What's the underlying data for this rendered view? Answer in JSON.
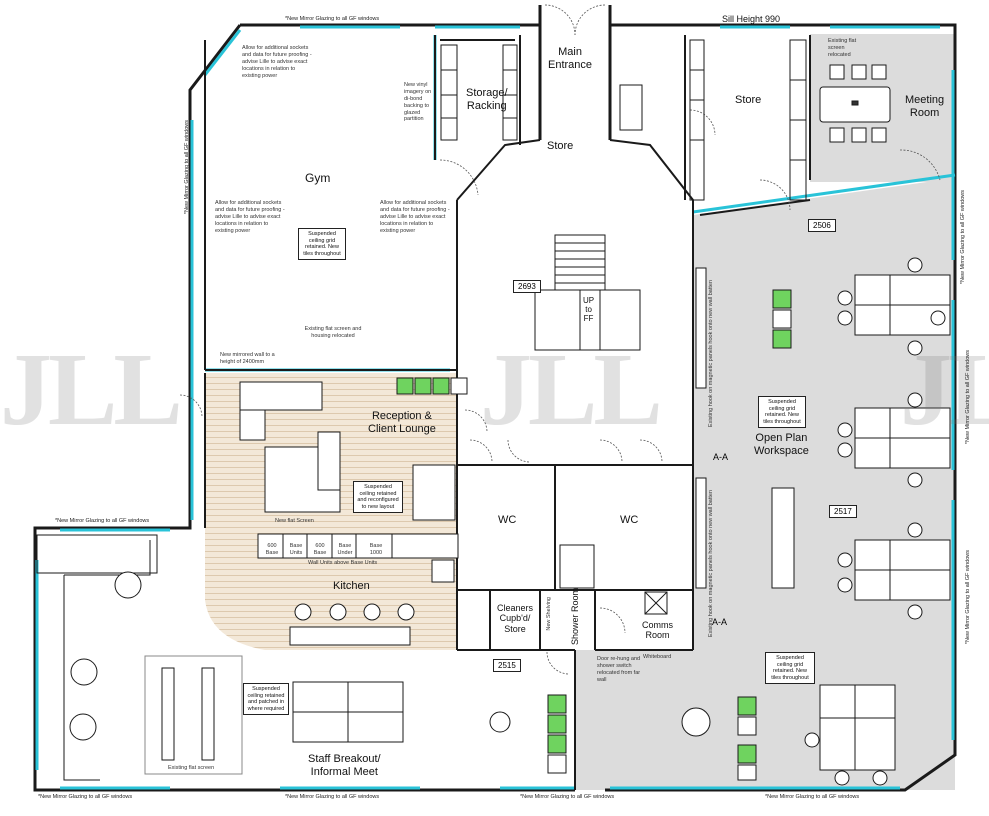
{
  "rooms": {
    "main_entrance": "Main\nEntrance",
    "storage": "Storage/\nRacking",
    "store_top": "Store",
    "store_right": "Store",
    "meeting": "Meeting\nRoom",
    "gym": "Gym",
    "reception": "Reception &\nClient Lounge",
    "open_plan": "Open Plan\nWorkspace",
    "wc_left": "WC",
    "wc_right": "WC",
    "kitchen": "Kitchen",
    "cleaners": "Cleaners\nCupb'd/\nStore",
    "shower": "Shower Room",
    "comms": "Comms\nRoom",
    "staff": "Staff Breakout/\nInformal Meet"
  },
  "stair": "UP\nto\nFF",
  "sill": "Sill Height 990",
  "glazing": "*New Mirror Glazing to all GF windows",
  "dims": {
    "d2693": "2693",
    "d2506": "2506",
    "d2517": "2517",
    "d2515": "2515"
  },
  "section_mark": "A-A",
  "notes": {
    "gym_1": "Allow for additional sockets and data for future proofing - advise Lille to advise exact locations in relation to existing power",
    "gym_2": "Allow for additional sockets and data for future proofing - advise Lille to advise exact locations in relation to existing power",
    "gym_3": "Allow for additional sockets and data for future proofing - advise Lille to advise exact locations in relation to existing power",
    "vinyl": "New vinyl imagery on di-bond backing to glazed partition",
    "ceiling_gym": "Suspended ceiling grid retained. New tiles throughout",
    "screen_gym": "Existing flat screen and housing relocated",
    "mirror": "New mirrored wall to a height of 2400mm",
    "ceiling_reception": "Suspended ceiling retained and reconfigured to new layout",
    "ceiling_open": "Suspended ceiling grid retained. New tiles throughout",
    "ceiling_bottom_right": "Suspended ceiling grid retained. New tiles throughout",
    "ceiling_staff": "Suspended ceiling retained and patched in where required",
    "door_note": "Door re-hung and shower switch relocated from far wall",
    "whiteboard": "Whiteboard",
    "screen_meeting": "Existing flat screen relocated",
    "screen_staff": "Existing flat screen",
    "flat_screen_kitchen": "New flat Screen",
    "wall_units": "Wall Units above Base Units",
    "new_shelving": "New Shelving",
    "hooks_1": "Existing hook on magnetic panels hook onto new wall batten",
    "hooks_2": "Existing hook on magnetic panels hook onto new wall batten"
  },
  "kitchen_units": [
    "600 Base",
    "Base Units",
    "600 Base",
    "Base Under",
    "Base 1000"
  ],
  "watermark": "JLL",
  "colors": {
    "wall": "#1a1a1a",
    "glass": "#29c3d8",
    "plant": "#6fd35f",
    "floor_grey": "#d9d9d9",
    "timber": "#efe3d0"
  }
}
